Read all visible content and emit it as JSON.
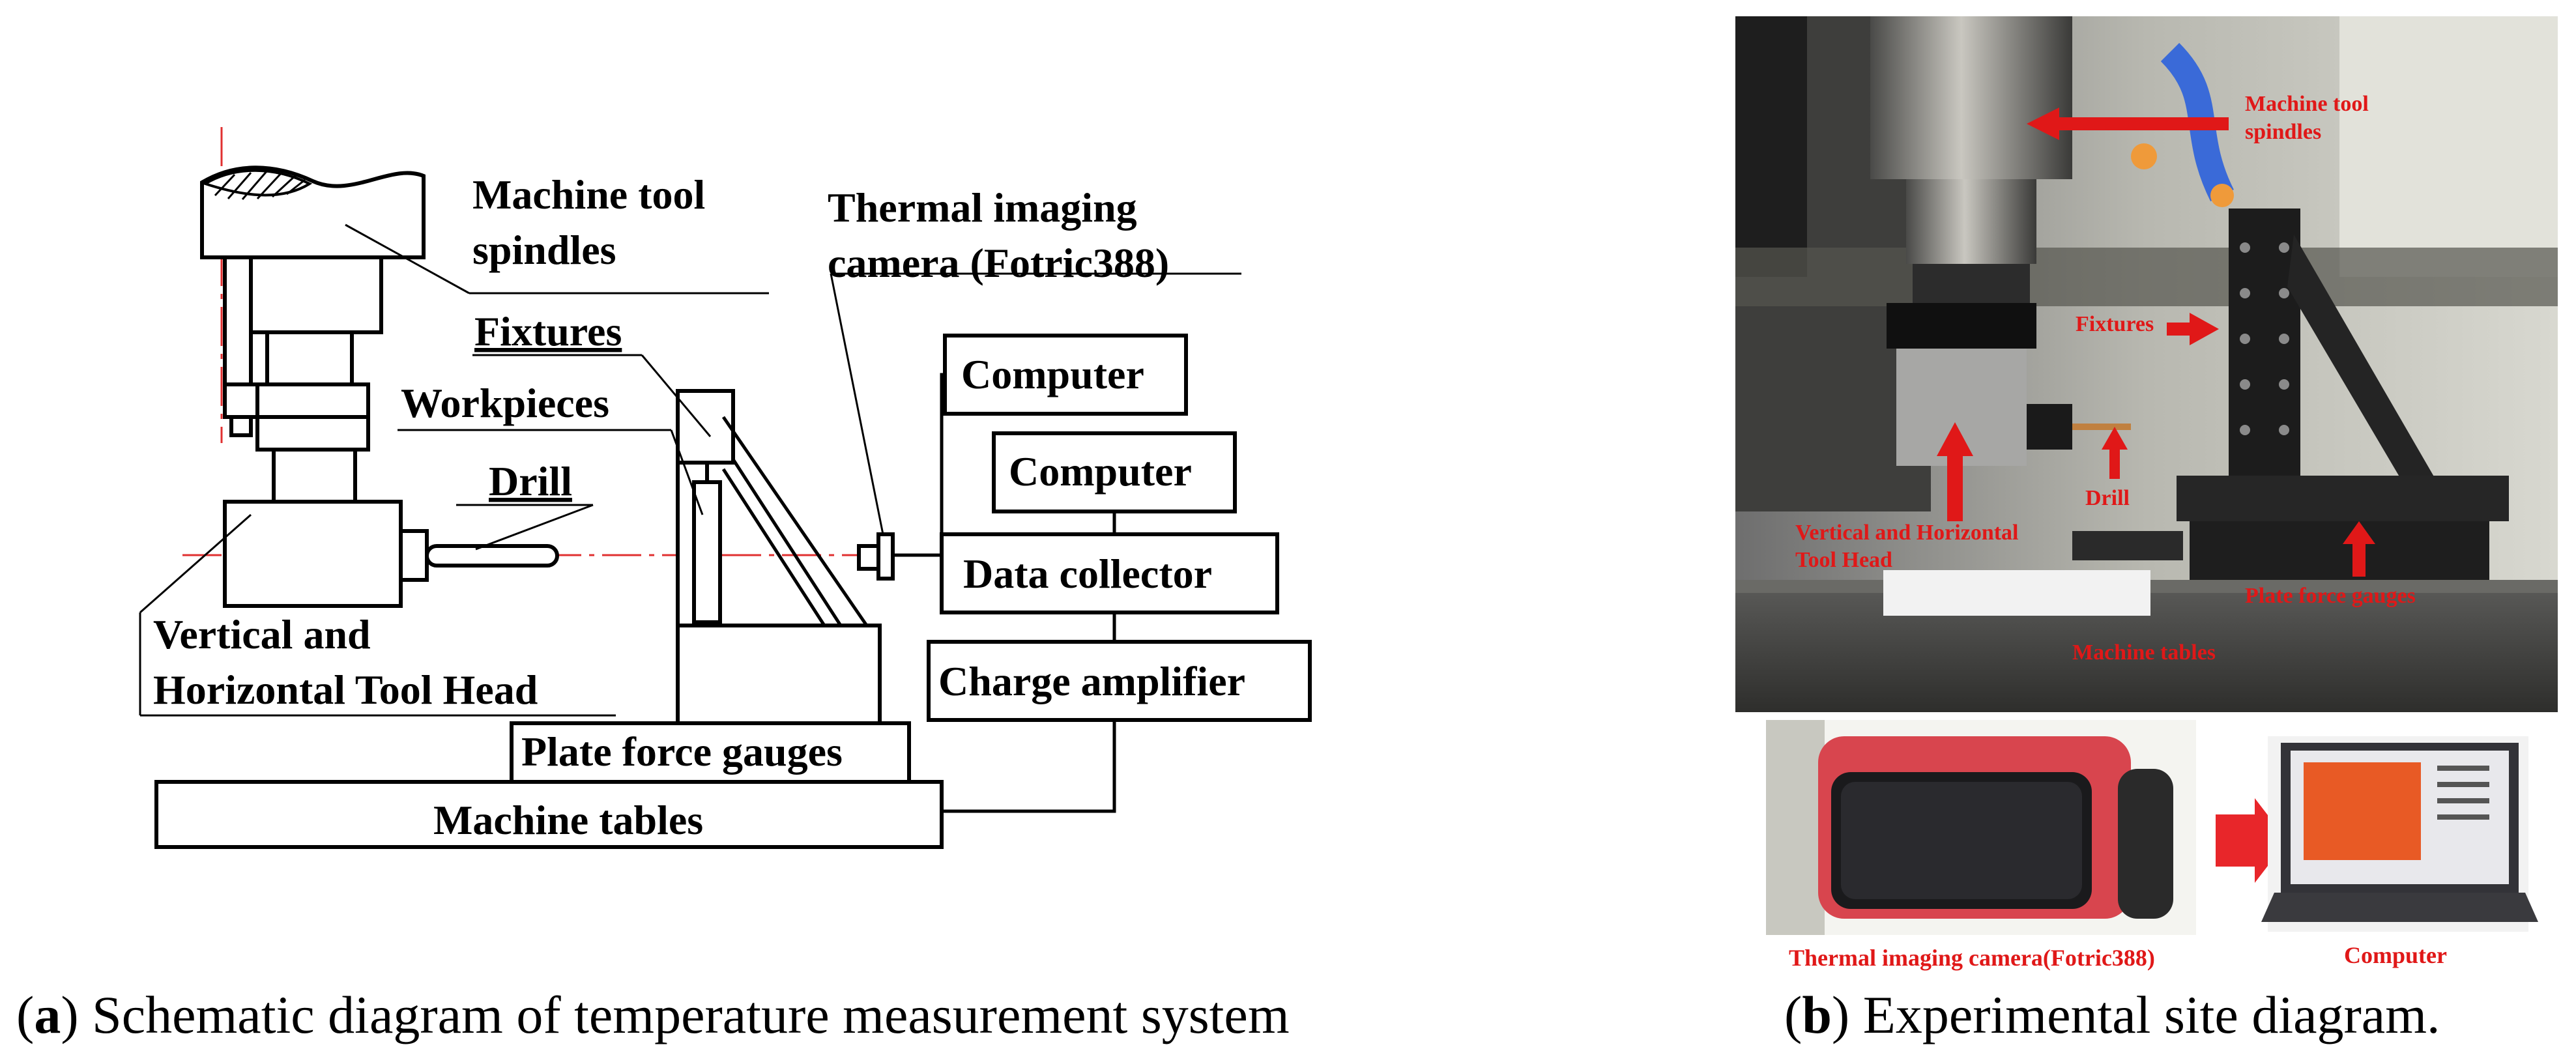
{
  "panel_a": {
    "labels": {
      "spindles": [
        "Machine tool",
        "spindles"
      ],
      "fixtures": "Fixtures",
      "workpieces": "Workpieces",
      "drill": "Drill",
      "tool_head": [
        "Vertical and",
        "Horizontal Tool Head"
      ],
      "plate_force_gauges": "Plate force gauges",
      "machine_tables": "Machine tables",
      "camera": [
        "Thermal imaging",
        "camera (Fotric388)"
      ],
      "computer_1": "Computer",
      "computer_2": "Computer",
      "data_collector": "Data collector",
      "charge_amplifier": "Charge amplifier"
    },
    "caption_letter": "a",
    "caption_text": " Schematic diagram of temperature measurement system"
  },
  "panel_b": {
    "photo_labels": {
      "spindles": [
        "Machine tool",
        "spindles"
      ],
      "fixtures": "Fixtures",
      "drill": "Drill",
      "tool_head": [
        "Vertical and Horizontal",
        "Tool Head"
      ],
      "plate_force_gauges": "Plate force gauges",
      "machine_tables": "Machine tables",
      "camera": "Thermal imaging camera(Fotric388)",
      "computer": "Computer"
    },
    "caption_letter": "b",
    "caption_text": " Experimental site diagram.",
    "label_color": "#e01818"
  }
}
